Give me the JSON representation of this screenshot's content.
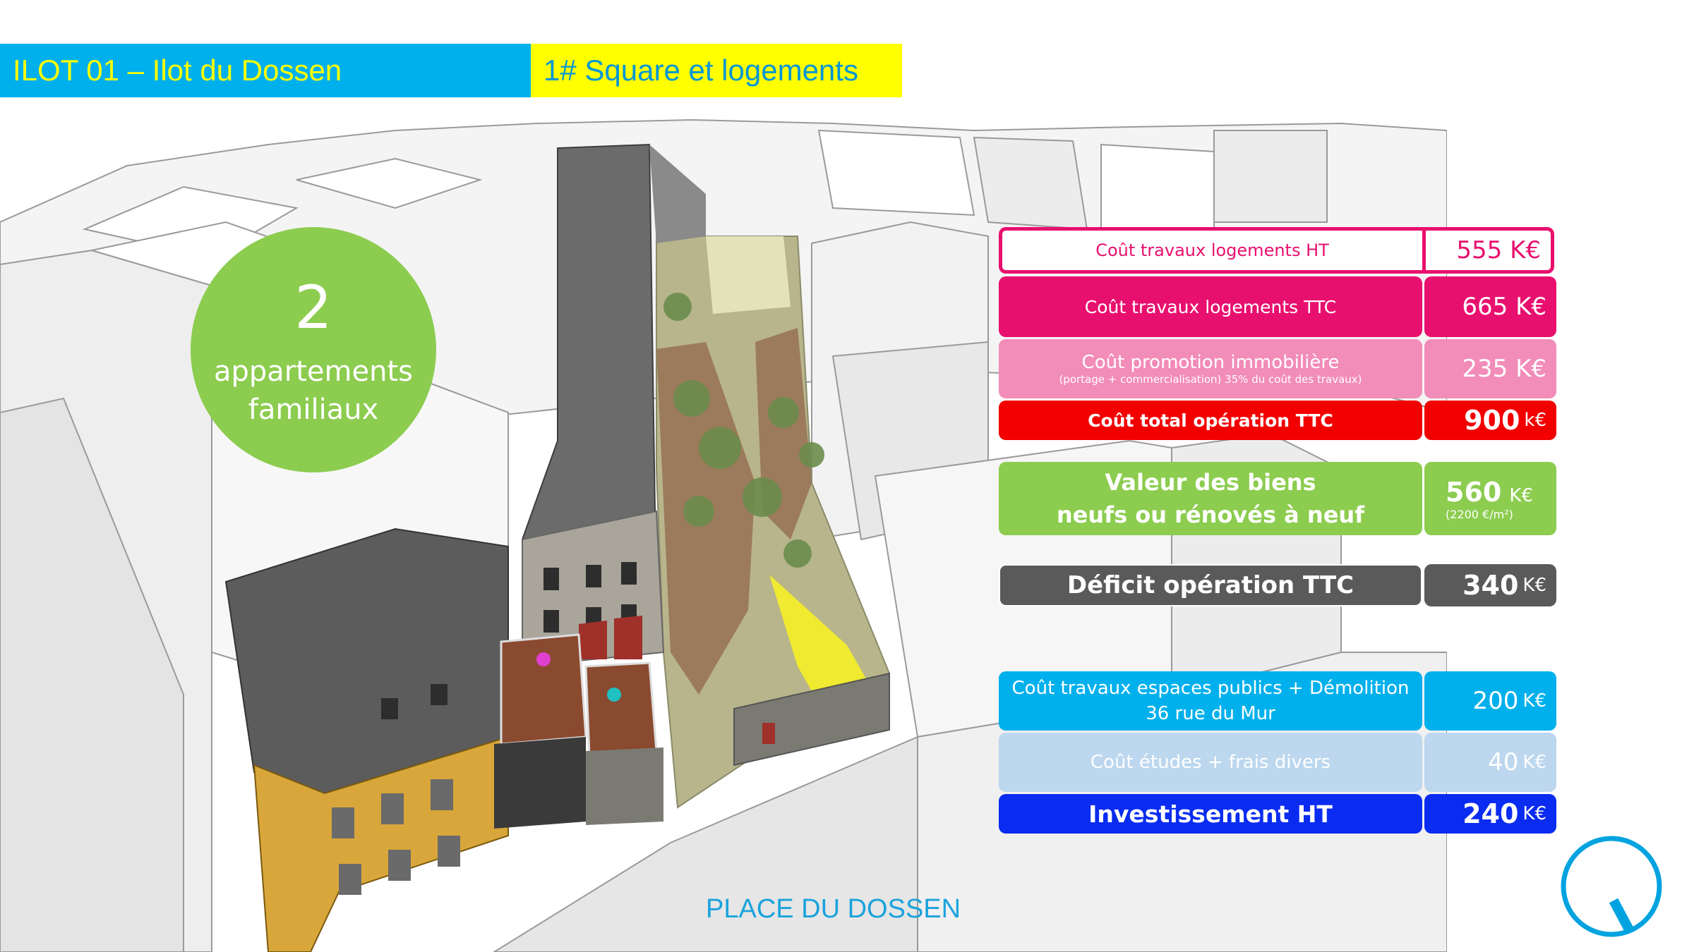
{
  "header": {
    "title": "ILOT 01 – Ilot du Dossen",
    "subtitle": "1# Square et logements"
  },
  "callout": {
    "number": "2",
    "line1": "appartements",
    "line2": "familiaux"
  },
  "cost_table": [
    {
      "label": "Coût travaux logements HT",
      "value": "555 K€"
    },
    {
      "label": "Coût travaux logements TTC",
      "value": "665 K€"
    },
    {
      "label": "Coût promotion immobilière",
      "note": "(portage + commercialisation) 35% du coût des travaux)",
      "value": "235 K€"
    },
    {
      "label": "Coût total opération TTC",
      "value": "900",
      "unit": "k€"
    },
    {
      "label_line1": "Valeur des biens",
      "label_line2": "neufs ou rénovés à neuf",
      "value": "560",
      "unit": "K€",
      "note": "(2200 €/m²)"
    },
    {
      "label": "Déficit opération TTC",
      "value": "340",
      "unit": "K€"
    },
    {
      "label_line1": "Coût travaux espaces publics + Démolition",
      "label_line2": "36 rue du Mur",
      "value": "200",
      "unit": "K€"
    },
    {
      "label": "Coût études + frais divers",
      "value": "40",
      "unit": "K€"
    },
    {
      "label": "Investissement HT",
      "value": "240",
      "unit": "K€"
    }
  ],
  "colors": {
    "cyan": "#00b0ec",
    "yellow": "#ffff00",
    "magenta": "#e8106e",
    "pink": "#f28cb8",
    "red": "#f20000",
    "green": "#8ccc4f",
    "grey": "#5a5a5a",
    "sky": "#00b0ec",
    "lightblue": "#bcd7ee",
    "blue": "#0a2cf0"
  },
  "footer": {
    "place": "PLACE DU DOSSEN"
  }
}
